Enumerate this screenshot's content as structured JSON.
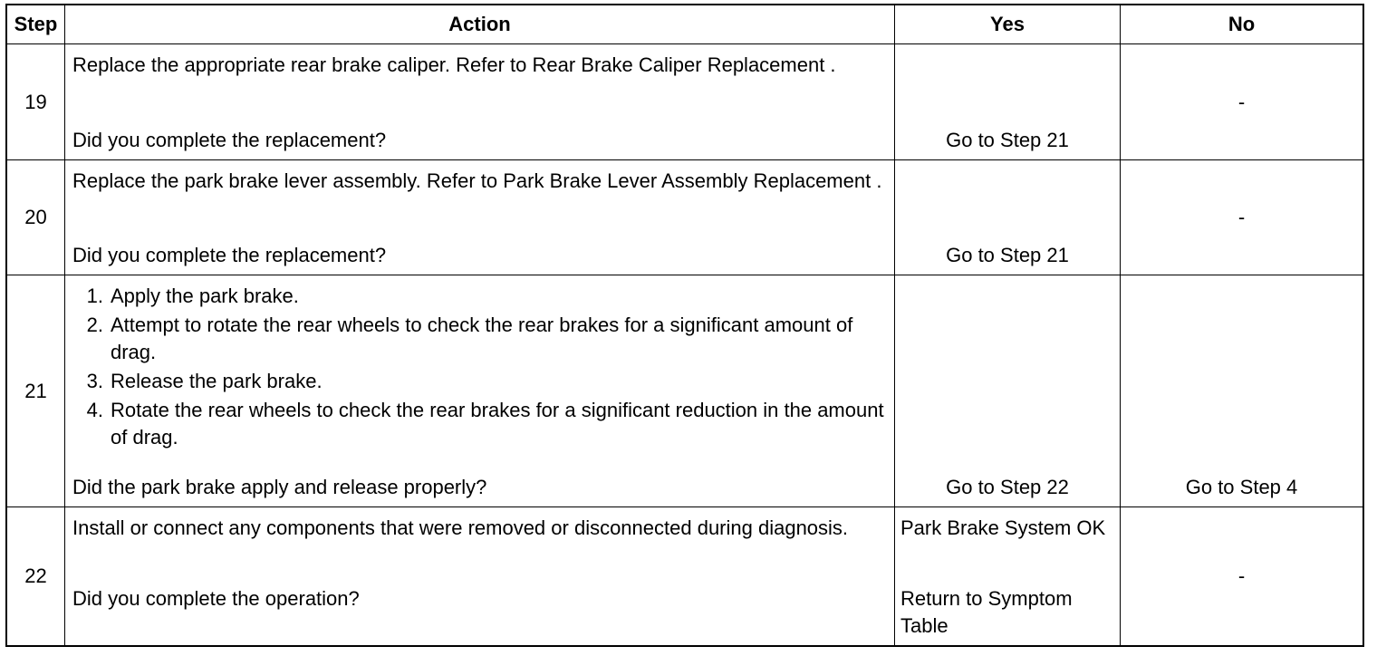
{
  "headers": {
    "step": "Step",
    "action": "Action",
    "yes": "Yes",
    "no": "No"
  },
  "rows": [
    {
      "step": "19",
      "action": "Replace the appropriate rear brake caliper. Refer to Rear Brake Caliper Replacement .",
      "question": "Did you complete the replacement?",
      "yes": "Go to Step 21",
      "no": "-"
    },
    {
      "step": "20",
      "action": "Replace the park brake lever assembly. Refer to Park Brake Lever Assembly Replacement .",
      "question": "Did you complete the replacement?",
      "yes": "Go to Step 21",
      "no": "-"
    },
    {
      "step": "21",
      "items": [
        {
          "num": "1.",
          "text": "Apply the park brake."
        },
        {
          "num": "2.",
          "text": "Attempt to rotate the rear wheels to check the rear brakes for a significant amount of drag."
        },
        {
          "num": "3.",
          "text": "Release the park brake."
        },
        {
          "num": "4.",
          "text": "Rotate the rear wheels to check the rear brakes for a significant reduction in the amount of drag."
        }
      ],
      "question": "Did the park brake apply and release properly?",
      "yes": "Go to Step 22",
      "no": "Go to Step 4"
    },
    {
      "step": "22",
      "action": "Install or connect any components that were removed or disconnected during diagnosis.",
      "question": "Did you complete the operation?",
      "yes_top": "Park Brake System OK",
      "yes_bottom": "Return to Symptom Table",
      "no": "-"
    }
  ]
}
